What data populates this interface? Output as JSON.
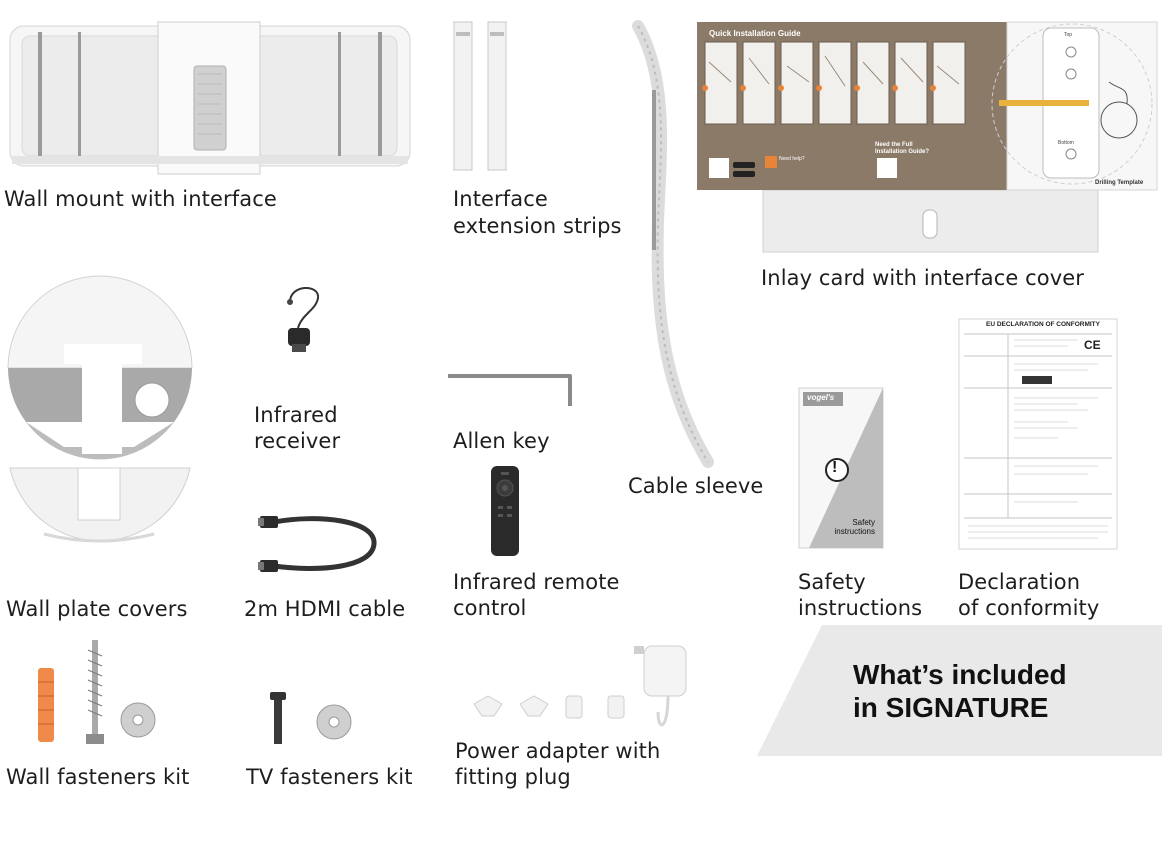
{
  "items": {
    "wall_mount": "Wall mount with interface",
    "extension_strips": [
      "Interface",
      "extension strips"
    ],
    "inlay_card": "Inlay card with interface cover",
    "wall_plate_covers": "Wall plate covers",
    "infrared_receiver": [
      "Infrared",
      "receiver"
    ],
    "allen_key": "Allen key",
    "cable_sleeve": "Cable sleeve",
    "hdmi_cable": "2m HDMI cable",
    "remote_control": [
      "Infrared remote",
      "control"
    ],
    "safety_instructions": [
      "Safety",
      "instructions"
    ],
    "declaration": [
      "Declaration",
      "of conformity"
    ],
    "wall_fasteners": "Wall fasteners kit",
    "tv_fasteners": "TV fasteners kit",
    "power_adapter": [
      "Power adapter with",
      "fitting plug"
    ]
  },
  "guide": {
    "title": "Quick Installation Guide",
    "need_full": "Need the Full Installation Guide?",
    "need_help": "Need help?",
    "top": "Top",
    "bottom": "Bottom",
    "drilling": "Drilling Template"
  },
  "booklet": {
    "brand": "vogel's",
    "safety_text": "Safety instructions",
    "mark": "!"
  },
  "declaration_doc": {
    "title": "EU DECLARATION OF CONFORMITY",
    "ce": "CE"
  },
  "promo": {
    "line1": "What’s included",
    "line2": "in SIGNATURE"
  },
  "colors": {
    "guide_brown": "#8b7a68",
    "promo_bg": "#e9e9ea",
    "product_white": "#f4f4f4",
    "dark": "#2b2b2b",
    "accent_orange": "#e8833a"
  }
}
